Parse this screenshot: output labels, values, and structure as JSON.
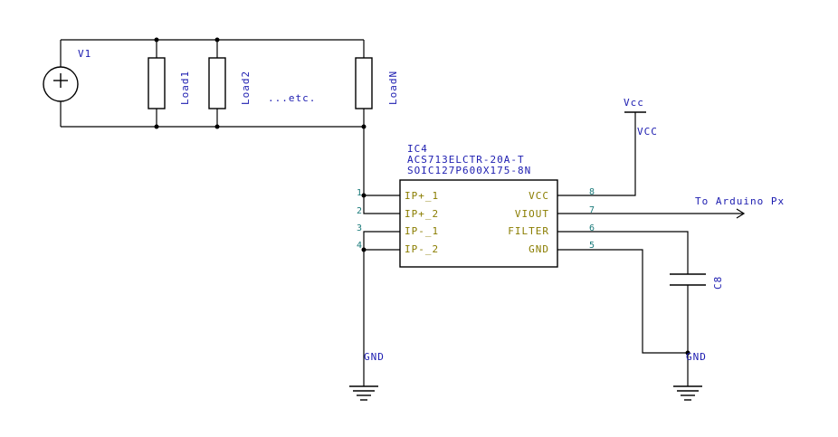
{
  "source": {
    "name": "V1"
  },
  "loads": [
    {
      "name": "Load1"
    },
    {
      "name": "Load2"
    },
    {
      "name": "LoadN"
    }
  ],
  "etc_label": "...etc.",
  "ic": {
    "ref": "IC4",
    "part": "ACS713ELCTR-20A-T",
    "package": "SOIC127P600X175-8N",
    "left_pins": [
      {
        "number": "1",
        "name": "IP+_1"
      },
      {
        "number": "2",
        "name": "IP+_2"
      },
      {
        "number": "3",
        "name": "IP-_1"
      },
      {
        "number": "4",
        "name": "IP-_2"
      }
    ],
    "right_pins": [
      {
        "number": "8",
        "name": "VCC"
      },
      {
        "number": "7",
        "name": "VIOUT"
      },
      {
        "number": "6",
        "name": "FILTER"
      },
      {
        "number": "5",
        "name": "GND"
      }
    ]
  },
  "capacitor": {
    "name": "C8"
  },
  "power": {
    "symbol": "Vcc",
    "net": "VCC"
  },
  "output_net": "To Arduino Px",
  "ground_labels": [
    "GND",
    "GND"
  ],
  "colors": {
    "wire": "#000000",
    "label": "#1c1cb0",
    "pin_name": "#8a7d00",
    "pin_number": "#1a7a7a"
  }
}
